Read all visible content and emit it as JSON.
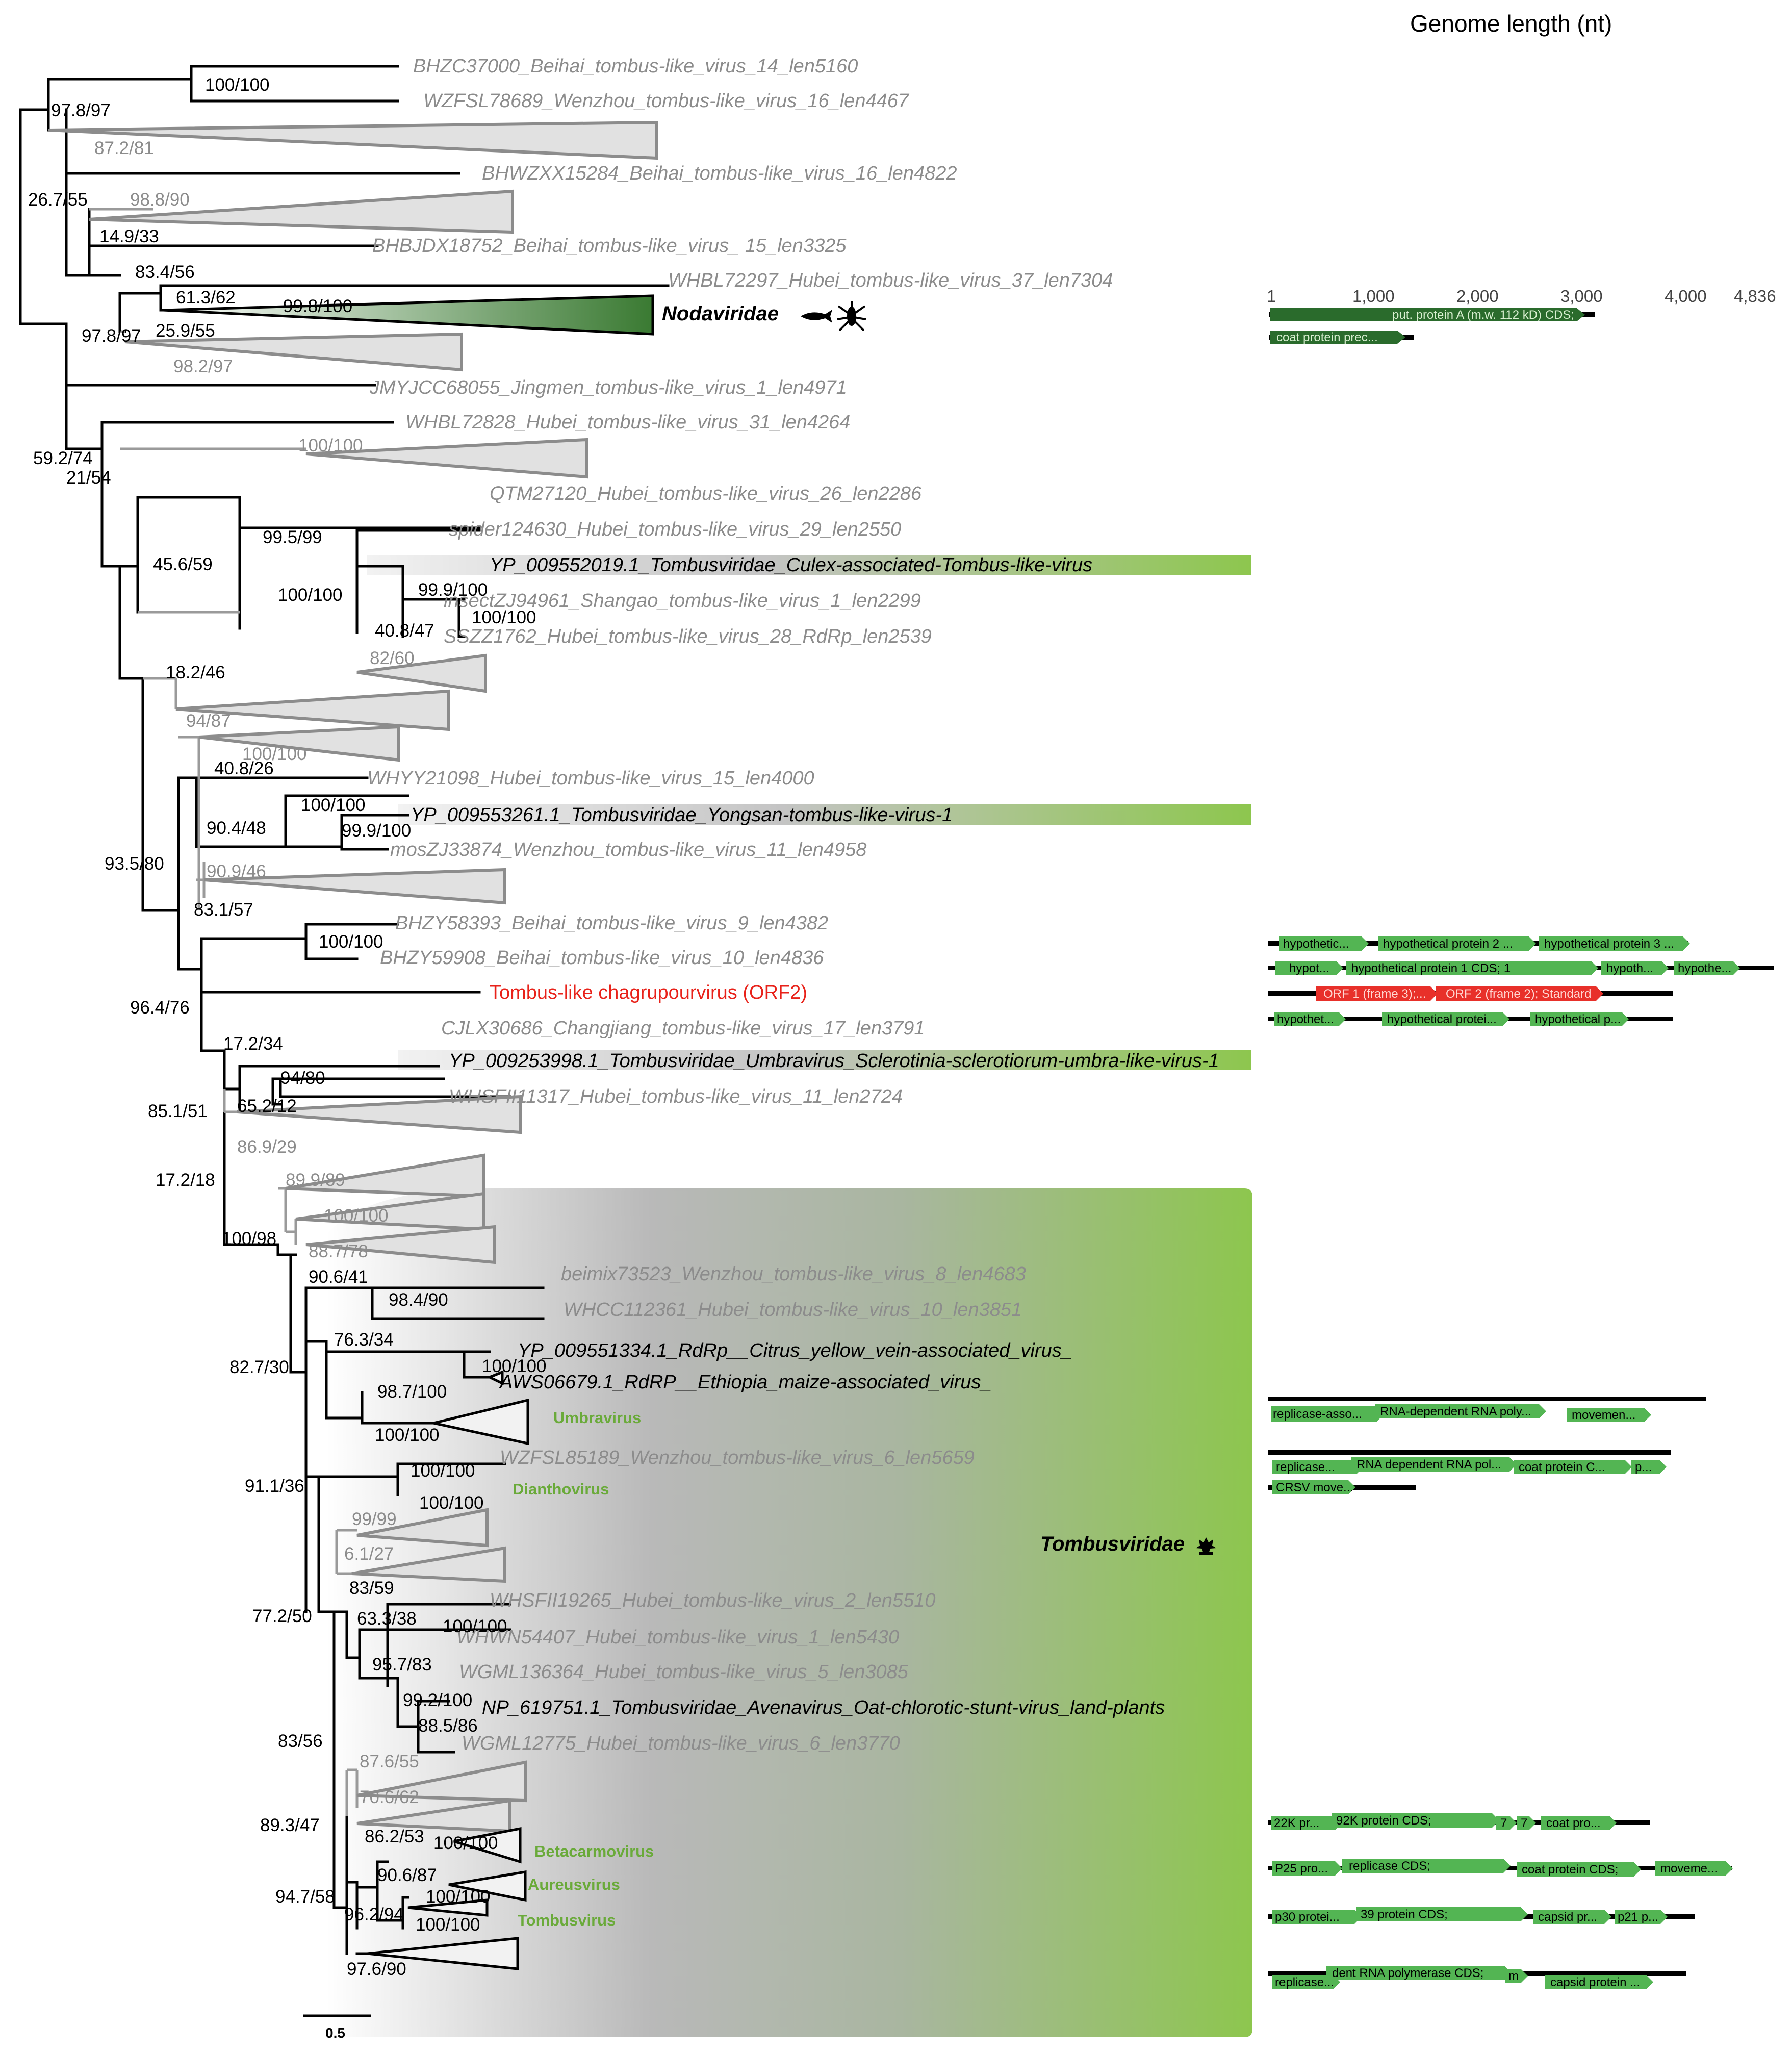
{
  "header": {
    "title": "Genome length (nt)"
  },
  "scale_bar": {
    "label": "0.5"
  },
  "colors": {
    "black": "#000000",
    "grey": "#8c8c8c",
    "red": "#e8221a",
    "green": "#8dc64e",
    "dark_green": "#2a6b2c",
    "orf_green": "#53b553",
    "orf_red": "#e8302a"
  },
  "taxa": [
    {
      "id": "t01",
      "text": "BHZC37000_Beihai_tombus-like_virus_14_len5160",
      "color": "grey"
    },
    {
      "id": "t02",
      "text": "WZFSL78689_Wenzhou_tombus-like_virus_16_len4467",
      "color": "grey"
    },
    {
      "id": "t03",
      "text": "BHWZXX15284_Beihai_tombus-like_virus_16_len4822",
      "color": "grey"
    },
    {
      "id": "t04",
      "text": "BHBJDX18752_Beihai_tombus-like_virus_ 15_len3325",
      "color": "grey"
    },
    {
      "id": "t05",
      "text": "WHBL72297_Hubei_tombus-like_virus_37_len7304",
      "color": "grey"
    },
    {
      "id": "t06",
      "text": "JMYJCC68055_Jingmen_tombus-like_virus_1_len4971",
      "color": "grey"
    },
    {
      "id": "t07",
      "text": "WHBL72828_Hubei_tombus-like_virus_31_len4264",
      "color": "grey"
    },
    {
      "id": "t08",
      "text": "QTM27120_Hubei_tombus-like_virus_26_len2286",
      "color": "grey"
    },
    {
      "id": "t09",
      "text": "spider124630_Hubei_tombus-like_virus_29_len2550",
      "color": "grey"
    },
    {
      "id": "t10",
      "text": "YP_009552019.1_Tombusviridae_Culex-associated-Tombus-like-virus",
      "color": "black"
    },
    {
      "id": "t11",
      "text": "insectZJ94961_Shangao_tombus-like_virus_1_len2299",
      "color": "grey"
    },
    {
      "id": "t12",
      "text": "SSZZ1762_Hubei_tombus-like_virus_28_RdRp_len2539",
      "color": "grey"
    },
    {
      "id": "t13",
      "text": "WHYY21098_Hubei_tombus-like_virus_15_len4000",
      "color": "grey"
    },
    {
      "id": "t14",
      "text": "YP_009553261.1_Tombusviridae_Yongsan-tombus-like-virus-1",
      "color": "black"
    },
    {
      "id": "t15",
      "text": "mosZJ33874_Wenzhou_tombus-like_virus_11_len4958",
      "color": "grey"
    },
    {
      "id": "t16",
      "text": "BHZY58393_Beihai_tombus-like_virus_9_len4382",
      "color": "grey"
    },
    {
      "id": "t17",
      "text": "BHZY59908_Beihai_tombus-like_virus_10_len4836",
      "color": "grey"
    },
    {
      "id": "t18",
      "text": "Tombus-like chagrupourvirus (ORF2)",
      "color": "red"
    },
    {
      "id": "t19",
      "text": "CJLX30686_Changjiang_tombus-like_virus_17_len3791",
      "color": "grey"
    },
    {
      "id": "t20",
      "text": "YP_009253998.1_Tombusviridae_Umbravirus_Sclerotinia-sclerotiorum-umbra-like-virus-1",
      "color": "black"
    },
    {
      "id": "t21",
      "text": "WHSFII11317_Hubei_tombus-like_virus_11_len2724",
      "color": "grey"
    },
    {
      "id": "t22",
      "text": "beimix73523_Wenzhou_tombus-like_virus_8_len4683",
      "color": "grey"
    },
    {
      "id": "t23",
      "text": "WHCC112361_Hubei_tombus-like_virus_10_len3851",
      "color": "grey"
    },
    {
      "id": "t24",
      "text": "YP_009551334.1_RdRp__Citrus_yellow_vein-associated_virus_",
      "color": "black"
    },
    {
      "id": "t25",
      "text": "AWS06679.1_RdRP__Ethiopia_maize-associated_virus_",
      "color": "black"
    },
    {
      "id": "t26",
      "text": "WZFSL85189_Wenzhou_tombus-like_virus_6_len5659",
      "color": "grey"
    },
    {
      "id": "t27",
      "text": "WHSFII19265_Hubei_tombus-like_virus_2_len5510",
      "color": "grey"
    },
    {
      "id": "t28",
      "text": "WHWN54407_Hubei_tombus-like_virus_1_len5430",
      "color": "grey"
    },
    {
      "id": "t29",
      "text": "WGML136364_Hubei_tombus-like_virus_5_len3085",
      "color": "grey"
    },
    {
      "id": "t30",
      "text": "NP_619751.1_Tombusviridae_Avenavirus_Oat-chlorotic-stunt-virus_land-plants",
      "color": "black"
    },
    {
      "id": "t31",
      "text": "WGML12775_Hubei_tombus-like_virus_6_len3770",
      "color": "grey"
    }
  ],
  "supports": [
    {
      "id": "s01",
      "text": "100/100",
      "color": "black"
    },
    {
      "id": "s02",
      "text": "97.8/97",
      "color": "black"
    },
    {
      "id": "s03",
      "text": "87.2/81",
      "color": "grey"
    },
    {
      "id": "s04",
      "text": "26.7/55",
      "color": "black"
    },
    {
      "id": "s05",
      "text": "98.8/90",
      "color": "grey"
    },
    {
      "id": "s06",
      "text": "14.9/33",
      "color": "black"
    },
    {
      "id": "s07",
      "text": "83.4/56",
      "color": "black"
    },
    {
      "id": "s08",
      "text": "61.3/62",
      "color": "black"
    },
    {
      "id": "s09",
      "text": "99.8/100",
      "color": "black"
    },
    {
      "id": "s10",
      "text": "25.9/55",
      "color": "black"
    },
    {
      "id": "s11",
      "text": "97.8/97",
      "color": "black"
    },
    {
      "id": "s12",
      "text": "98.2/97",
      "color": "grey"
    },
    {
      "id": "s13",
      "text": "59.2/74",
      "color": "black"
    },
    {
      "id": "s14",
      "text": "100/100",
      "color": "grey"
    },
    {
      "id": "s15",
      "text": "21/54",
      "color": "black"
    },
    {
      "id": "s16",
      "text": "99.5/99",
      "color": "black"
    },
    {
      "id": "s17",
      "text": "45.6/59",
      "color": "black"
    },
    {
      "id": "s18",
      "text": "100/100",
      "color": "black"
    },
    {
      "id": "s19",
      "text": "99.9/100",
      "color": "black"
    },
    {
      "id": "s20",
      "text": "100/100",
      "color": "black"
    },
    {
      "id": "s21",
      "text": "40.8/47",
      "color": "black"
    },
    {
      "id": "s22",
      "text": "82/60",
      "color": "grey"
    },
    {
      "id": "s23",
      "text": "18.2/46",
      "color": "black"
    },
    {
      "id": "s24",
      "text": "94/87",
      "color": "grey"
    },
    {
      "id": "s25",
      "text": "100/100",
      "color": "grey"
    },
    {
      "id": "s26",
      "text": "40.8/26",
      "color": "black"
    },
    {
      "id": "s27",
      "text": "100/100",
      "color": "black"
    },
    {
      "id": "s28",
      "text": "90.4/48",
      "color": "black"
    },
    {
      "id": "s29",
      "text": "99.9/100",
      "color": "black"
    },
    {
      "id": "s30",
      "text": "93.5/80",
      "color": "black"
    },
    {
      "id": "s31",
      "text": "90.9/46",
      "color": "grey"
    },
    {
      "id": "s32",
      "text": "83.1/57",
      "color": "black"
    },
    {
      "id": "s33",
      "text": "100/100",
      "color": "black"
    },
    {
      "id": "s34",
      "text": "96.4/76",
      "color": "black"
    },
    {
      "id": "s35",
      "text": "17.2/34",
      "color": "black"
    },
    {
      "id": "s36",
      "text": "94/80",
      "color": "black"
    },
    {
      "id": "s37",
      "text": "85.1/51",
      "color": "black"
    },
    {
      "id": "s38",
      "text": "65.2/12",
      "color": "black"
    },
    {
      "id": "s39",
      "text": "86.9/29",
      "color": "grey"
    },
    {
      "id": "s40",
      "text": "17.2/18",
      "color": "black"
    },
    {
      "id": "s41",
      "text": "89.9/89",
      "color": "grey"
    },
    {
      "id": "s42",
      "text": "100/100",
      "color": "grey"
    },
    {
      "id": "s43",
      "text": "100/98",
      "color": "black"
    },
    {
      "id": "s44",
      "text": "88.7/78",
      "color": "grey"
    },
    {
      "id": "s45",
      "text": "90.6/41",
      "color": "black"
    },
    {
      "id": "s46",
      "text": "98.4/90",
      "color": "black"
    },
    {
      "id": "s47",
      "text": "76.3/34",
      "color": "black"
    },
    {
      "id": "s48",
      "text": "82.7/30",
      "color": "black"
    },
    {
      "id": "s49",
      "text": "100/100",
      "color": "black"
    },
    {
      "id": "s50",
      "text": "98.7/100",
      "color": "black"
    },
    {
      "id": "s51",
      "text": "100/100",
      "color": "black"
    },
    {
      "id": "s52",
      "text": "100/100",
      "color": "black"
    },
    {
      "id": "s53",
      "text": "91.1/36",
      "color": "black"
    },
    {
      "id": "s54",
      "text": "100/100",
      "color": "black"
    },
    {
      "id": "s55",
      "text": "99/99",
      "color": "grey"
    },
    {
      "id": "s56",
      "text": "6.1/27",
      "color": "grey"
    },
    {
      "id": "s57",
      "text": "83/59",
      "color": "black"
    },
    {
      "id": "s58",
      "text": "77.2/50",
      "color": "black"
    },
    {
      "id": "s59",
      "text": "63.3/38",
      "color": "black"
    },
    {
      "id": "s60",
      "text": "100/100",
      "color": "black"
    },
    {
      "id": "s61",
      "text": "95.7/83",
      "color": "black"
    },
    {
      "id": "s62",
      "text": "99.2/100",
      "color": "black"
    },
    {
      "id": "s63",
      "text": "88.5/86",
      "color": "black"
    },
    {
      "id": "s64",
      "text": "83/56",
      "color": "black"
    },
    {
      "id": "s65",
      "text": "87.6/55",
      "color": "grey"
    },
    {
      "id": "s66",
      "text": "70.6/62",
      "color": "grey"
    },
    {
      "id": "s67",
      "text": "89.3/47",
      "color": "black"
    },
    {
      "id": "s68",
      "text": "86.2/53",
      "color": "black"
    },
    {
      "id": "s69",
      "text": "100/100",
      "color": "black"
    },
    {
      "id": "s70",
      "text": "90.6/87",
      "color": "black"
    },
    {
      "id": "s71",
      "text": "100/100",
      "color": "black"
    },
    {
      "id": "s72",
      "text": "94.7/58",
      "color": "black"
    },
    {
      "id": "s73",
      "text": "96.2/94",
      "color": "black"
    },
    {
      "id": "s74",
      "text": "100/100",
      "color": "black"
    },
    {
      "id": "s75",
      "text": "97.6/90",
      "color": "black"
    }
  ],
  "families": {
    "nodaviridae": "Nodaviridae",
    "tombusviridae": "Tombusviridae"
  },
  "genera": [
    {
      "id": "g1",
      "text": "Umbravirus"
    },
    {
      "id": "g2",
      "text": "Dianthovirus"
    },
    {
      "id": "g3",
      "text": "Betacarmovirus"
    },
    {
      "id": "g4",
      "text": "Aureusvirus"
    },
    {
      "id": "g5",
      "text": "Tombusvirus"
    }
  ],
  "genome_axis": {
    "ticks": [
      "1",
      "1,000",
      "2,000",
      "3,000",
      "4,000",
      "4,836"
    ]
  },
  "genome_maps": [
    {
      "id": "m1",
      "orfs": [
        {
          "label": "put. protein A (m.w. 112 kD) CDS;",
          "color": "dark_green"
        },
        {
          "label": "coat protein prec...",
          "color": "dark_green"
        }
      ]
    },
    {
      "id": "m2",
      "orfs": [
        {
          "label": "hypothetic...",
          "color": "orf_green"
        },
        {
          "label": "hypothetical protein 2 ...",
          "color": "orf_green"
        },
        {
          "label": "hypothetical protein 3 ...",
          "color": "orf_green"
        }
      ]
    },
    {
      "id": "m3",
      "orfs": [
        {
          "label": "hypot...",
          "color": "orf_green"
        },
        {
          "label": "hypothetical protein 1 CDS; 1",
          "color": "orf_green"
        },
        {
          "label": "hypoth...",
          "color": "orf_green"
        },
        {
          "label": "hypothe...",
          "color": "orf_green"
        }
      ]
    },
    {
      "id": "m4",
      "orfs": [
        {
          "label": "ORF 1 (frame 3);...",
          "color": "orf_red"
        },
        {
          "label": "ORF 2 (frame 2); Standard",
          "color": "orf_red"
        }
      ]
    },
    {
      "id": "m5",
      "orfs": [
        {
          "label": "hypothet...",
          "color": "orf_green"
        },
        {
          "label": "hypothetical protei...",
          "color": "orf_green"
        },
        {
          "label": "hypothetical p...",
          "color": "orf_green"
        }
      ]
    },
    {
      "id": "m6",
      "orfs": [
        {
          "label": "replicase-asso...",
          "color": "orf_green"
        },
        {
          "label": "RNA-dependent RNA poly...",
          "color": "orf_green"
        },
        {
          "label": "movemen...",
          "color": "orf_green"
        }
      ]
    },
    {
      "id": "m7",
      "orfs": [
        {
          "label": "replicase...",
          "color": "orf_green"
        },
        {
          "label": "RNA dependent RNA pol...",
          "color": "orf_green"
        },
        {
          "label": "coat protein C...",
          "color": "orf_green"
        },
        {
          "label": "p...",
          "color": "orf_green"
        },
        {
          "label": "CRSV move...",
          "color": "orf_green"
        }
      ]
    },
    {
      "id": "m8",
      "orfs": [
        {
          "label": "22K pr...",
          "color": "orf_green"
        },
        {
          "label": "92K protein CDS;",
          "color": "orf_green"
        },
        {
          "label": "7",
          "color": "orf_green"
        },
        {
          "label": "7",
          "color": "orf_green"
        },
        {
          "label": "coat pro...",
          "color": "orf_green"
        }
      ]
    },
    {
      "id": "m9",
      "orfs": [
        {
          "label": "P25 pro...",
          "color": "orf_green"
        },
        {
          "label": "replicase CDS;",
          "color": "orf_green"
        },
        {
          "label": "coat protein CDS;",
          "color": "orf_green"
        },
        {
          "label": "moveme...",
          "color": "orf_green"
        }
      ]
    },
    {
      "id": "m10",
      "orfs": [
        {
          "label": "p30 protei...",
          "color": "orf_green"
        },
        {
          "label": "39 protein CDS;",
          "color": "orf_green"
        },
        {
          "label": "capsid pr...",
          "color": "orf_green"
        },
        {
          "label": "p21 p...",
          "color": "orf_green"
        }
      ]
    },
    {
      "id": "m11",
      "orfs": [
        {
          "label": "replicase...",
          "color": "orf_green"
        },
        {
          "label": "dent RNA polymerase CDS;",
          "color": "orf_green"
        },
        {
          "label": "m",
          "color": "orf_green"
        },
        {
          "label": "capsid protein ...",
          "color": "orf_green"
        }
      ]
    }
  ]
}
